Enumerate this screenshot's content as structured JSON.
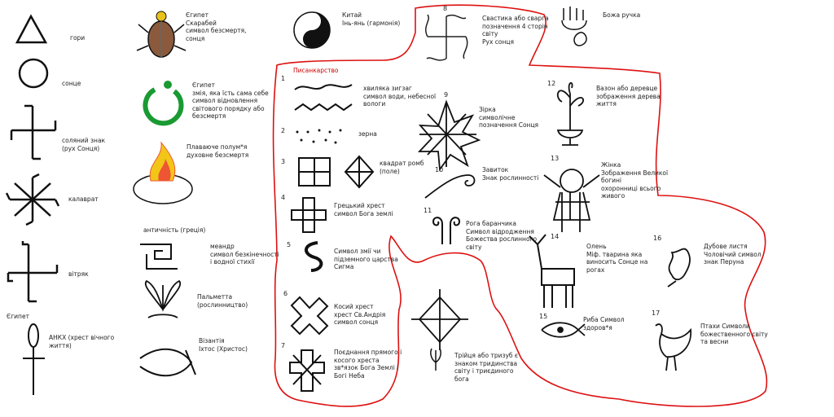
{
  "labels": {
    "hory": "гори",
    "sontse": "сонце",
    "solar": [
      "соляний знак",
      "(рух Сонця)"
    ],
    "kolovrat": "калаврат",
    "vitriak": "вітряк",
    "egypt_left": "Єгипет",
    "ankh": [
      "АНКХ (хрест вічного",
      "життя)"
    ],
    "scarab": [
      "Єгипет",
      "Скарабей",
      "символ безсмертя,",
      "сонця"
    ],
    "snake": [
      "Єгипет",
      "змія, яка їсть сама себе",
      "символ відновлення",
      "світового порядку або",
      "безсмертя"
    ],
    "flame": [
      "Плаваюче полум*я",
      "духовне безсмертя"
    ],
    "antiquity": "античність (греція)",
    "meander": [
      "меандр",
      "символ безкінечності",
      "і водної стихії"
    ],
    "palmette": [
      "Пальметта",
      "(рослинництво)"
    ],
    "ichthys": [
      "Візантія",
      "Іхтос (Христос)"
    ],
    "china": [
      "Китай",
      "Інь-янь (гармонія)"
    ],
    "pysankarstvo": "Писанкарство",
    "svastyka": [
      "Свастика або сварга",
      "позначення 4 сторін",
      "світу",
      "Рух сонця"
    ],
    "bozha": "Божа ручка",
    "waves": [
      "хвиляка зигзаг",
      "символ води, небесної",
      "вологи"
    ],
    "zerna": "зерна",
    "kvadrat": [
      "квадрат ромб",
      "(поле)"
    ],
    "grecky": [
      "Грецький хрест",
      "символ Бога землі"
    ],
    "zmii": [
      "Символ змії чи",
      "підземного царства",
      "Сигма"
    ],
    "kosyi": [
      "Косий хрест",
      "хрест Св.Андрія",
      "символ сонця"
    ],
    "poiednannia": [
      "Поєднання прямого і",
      "косого хреста",
      "зв*язок Бога Землі і",
      "Богі Неба"
    ],
    "zirka": [
      "Зірка",
      "символічне",
      "позначення Сонця"
    ],
    "zavytok": [
      "Завиток",
      "Знак рослинності"
    ],
    "rogy": [
      "Рога баранчика",
      "Символ відродження",
      "Божества рослинного",
      "світу"
    ],
    "triitsia": [
      "Трійця або тризуб є",
      "знаком тридинства",
      "світу і триєдиного",
      "бога"
    ],
    "vazon": [
      "Вазон або деревце",
      "зображення дерева",
      "життя"
    ],
    "zhinka": [
      "Жінка",
      "Зображення Великої",
      "богині",
      "охоронниці всього",
      "живого"
    ],
    "olen": [
      "Олень",
      "Міф. тварина яка",
      "виносить Сонце на",
      "рогах"
    ],
    "dubove": [
      "Дубове листя",
      "Чоловічий символ",
      "знак Перуна"
    ],
    "ryba": [
      "Риба Символ",
      "здоров*я"
    ],
    "ptakhy": [
      "Птахи Символи",
      "божественного світу",
      "та весни"
    ]
  },
  "numbers": [
    "1",
    "2",
    "3",
    "4",
    "5",
    "6",
    "7",
    "8",
    "9",
    "10",
    "11",
    "12",
    "13",
    "14",
    "15",
    "16",
    "17"
  ]
}
